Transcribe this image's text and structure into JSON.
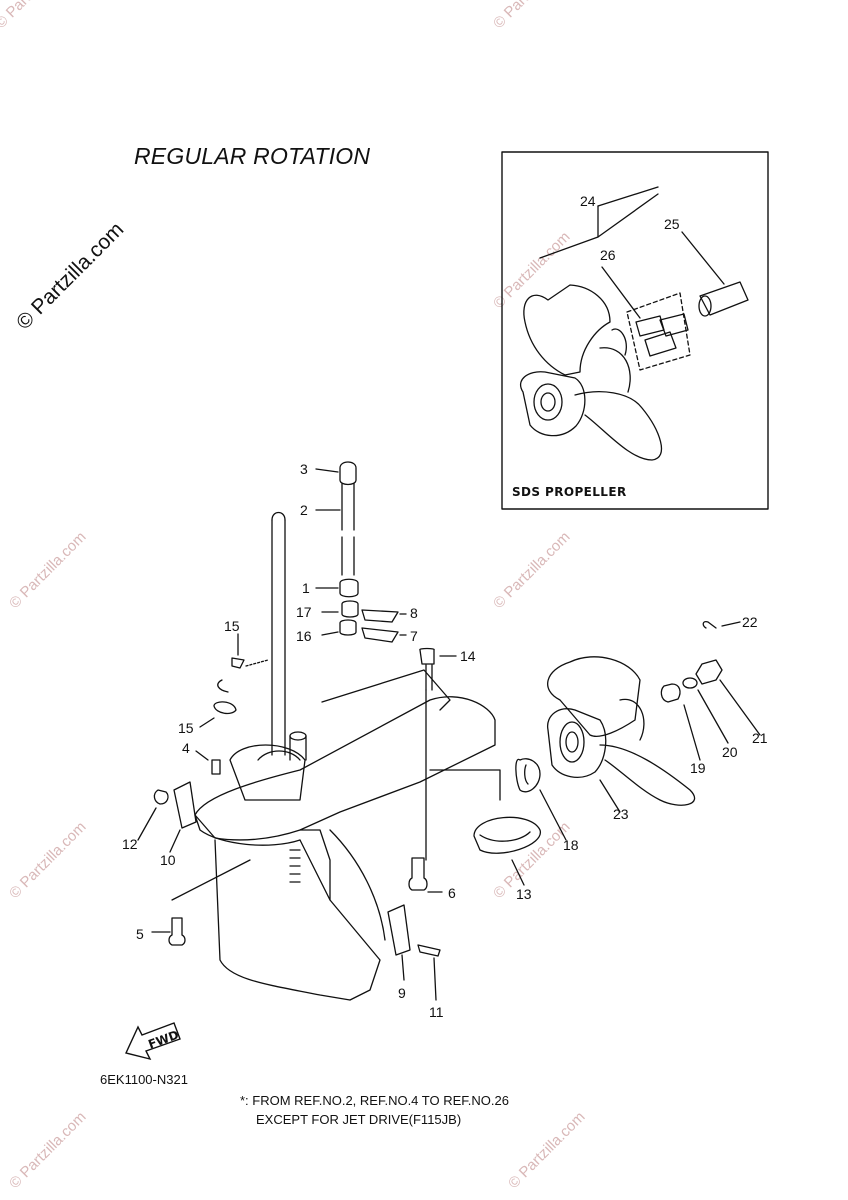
{
  "title": "REGULAR ROTATION",
  "inset_label": "SDS PROPELLER",
  "diagram_code": "6EK1100-N321",
  "note_line1": "*: FROM REF.NO.2, REF.NO.4 TO REF.NO.26",
  "note_line2": "EXCEPT FOR JET DRIVE(F115JB)",
  "fwd_label": "FWD",
  "watermark_main": "© Partzilla.com",
  "watermark_faint": "© Partzilla.com",
  "callouts": {
    "n1": "1",
    "n2": "2",
    "n3": "3",
    "n4": "4",
    "n5": "5",
    "n6": "6",
    "n7": "7",
    "n8": "8",
    "n9": "9",
    "n10": "10",
    "n11": "11",
    "n12": "12",
    "n13": "13",
    "n14": "14",
    "n15a": "15",
    "n15b": "15",
    "n16": "16",
    "n17": "17",
    "n18": "18",
    "n19": "19",
    "n20": "20",
    "n21": "21",
    "n22": "22",
    "n23": "23",
    "n24": "24",
    "n25": "25",
    "n26": "26"
  }
}
